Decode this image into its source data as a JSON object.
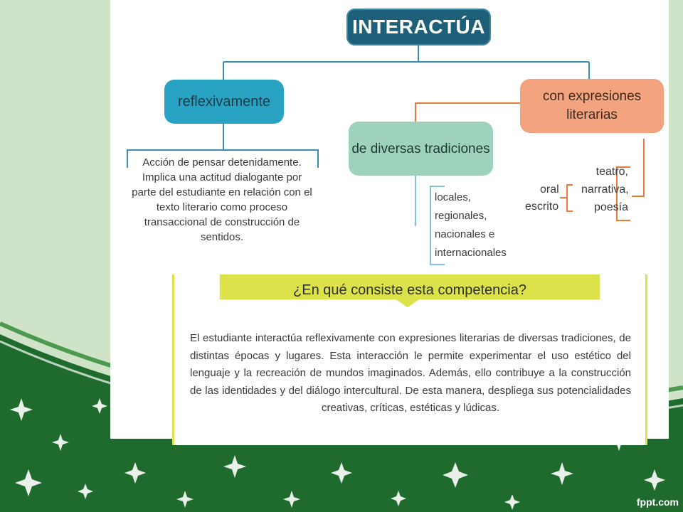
{
  "diagram": {
    "title": "INTERACTÚA",
    "left": {
      "label": "reflexivamente",
      "description": "Acción de pensar detenidamente. Implica una actitud dialogante por parte del estudiante en relación con el texto literario como proceso transaccional de construcción de sentidos."
    },
    "middle": {
      "label": "de diversas tradiciones",
      "items": [
        "locales,",
        "regionales,",
        "nacionales e",
        "internacionales"
      ]
    },
    "right": {
      "label": "con expresiones literarias",
      "genres": [
        "teatro,",
        "narrativa,",
        "poesía"
      ],
      "modes": [
        "oral",
        "escrito"
      ]
    }
  },
  "competencia": {
    "title": "¿En qué consiste esta competencia?",
    "body": "El estudiante interactúa reflexivamente con expresiones literarias de diversas tradiciones, de distintas épocas y lugares. Esta interacción le permite experimentar el uso estético del lenguaje y la recreación de mundos imaginados. Además, ello contribuye a la construcción de las identidades y del diálogo intercultural. De esta manera, despliega sus potencialidades creativas, críticas, estéticas y lúdicas."
  },
  "watermark": "fppt.com",
  "colors": {
    "title_box": "#1e5f7a",
    "reflexivamente_box": "#29a3c4",
    "tradiciones_box": "#9fd2bd",
    "expresiones_box": "#f3a47e",
    "competencia_header": "#dce24a",
    "background_green": "#1f6b2d",
    "background_light": "#cfe3c8"
  }
}
